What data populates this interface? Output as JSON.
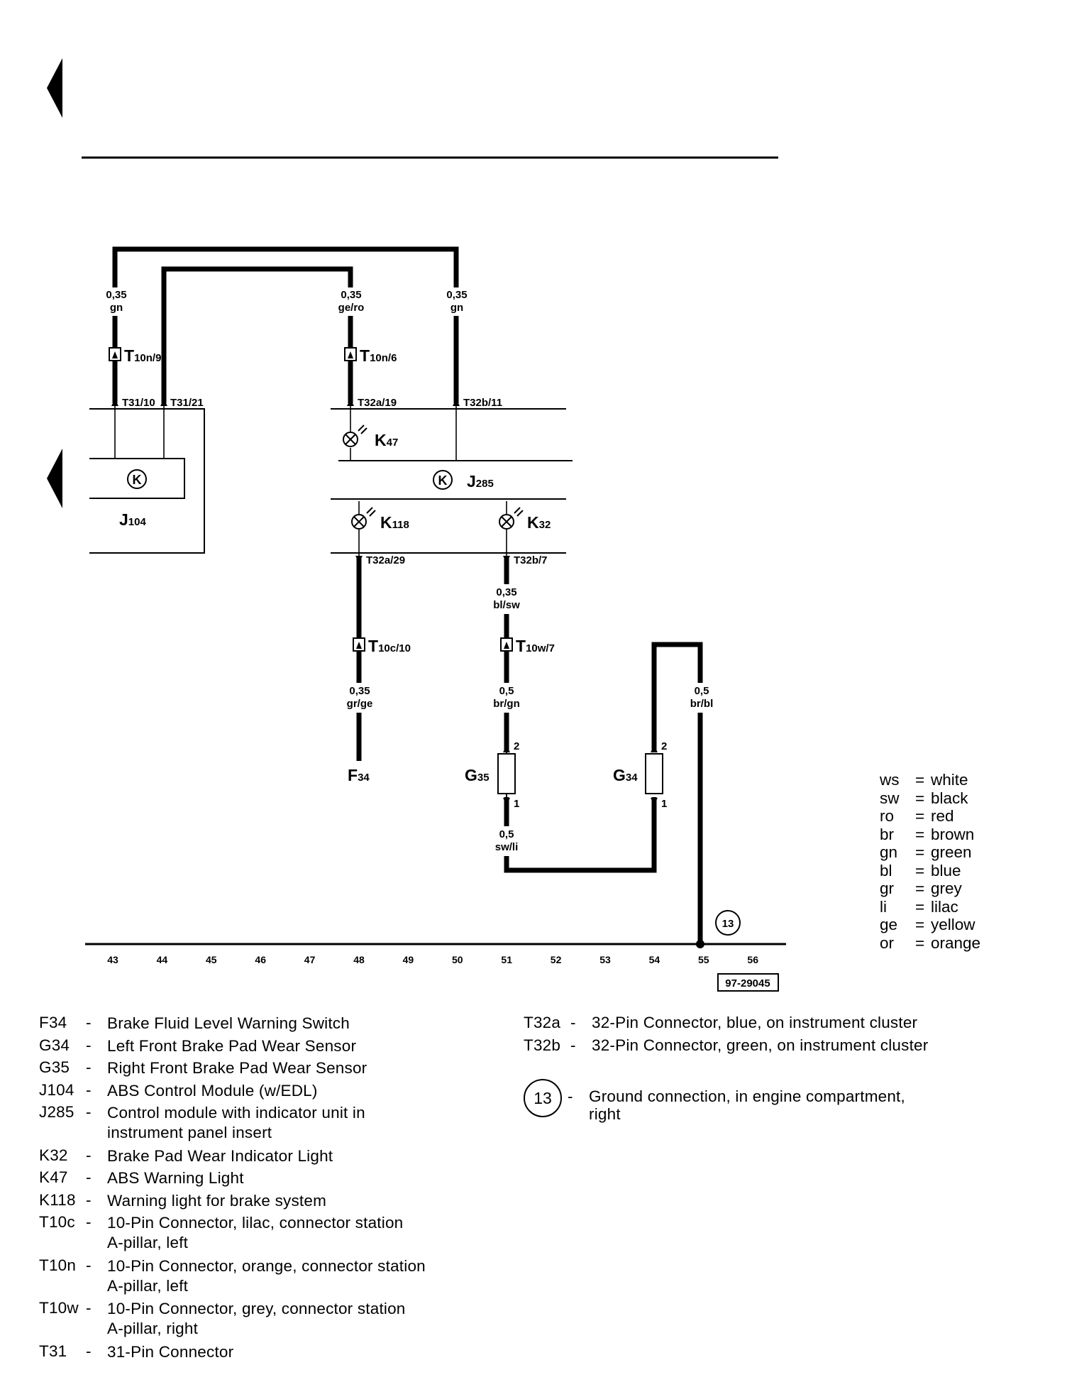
{
  "components": {
    "J104": {
      "id": "J",
      "sub": "104"
    },
    "J285": {
      "id": "J",
      "sub": "285"
    },
    "K47": {
      "id": "K",
      "sub": "47"
    },
    "K118": {
      "id": "K",
      "sub": "118"
    },
    "K32": {
      "id": "K",
      "sub": "32"
    },
    "F34": {
      "id": "F",
      "sub": "34"
    },
    "G35": {
      "id": "G",
      "sub": "35"
    },
    "G34": {
      "id": "G",
      "sub": "34"
    }
  },
  "connectors": {
    "t10n9": {
      "id": "T",
      "sub": "10n/9"
    },
    "t10n6": {
      "id": "T",
      "sub": "10n/6"
    },
    "t10c10": {
      "id": "T",
      "sub": "10c/10"
    },
    "t10w7": {
      "id": "T",
      "sub": "10w/7"
    }
  },
  "pins": {
    "t31_10": "T31/10",
    "t31_21": "T31/21",
    "t32a_19": "T32a/19",
    "t32b_11": "T32b/11",
    "t32a_29": "T32a/29",
    "t32b_7": "T32b/7",
    "g35_2": "2",
    "g35_1": "1",
    "g34_2": "2",
    "g34_1": "1"
  },
  "wires": {
    "w1": {
      "size": "0,35",
      "color": "gn"
    },
    "w2": {
      "size": "0,35",
      "color": "ge/ro"
    },
    "w3": {
      "size": "0,35",
      "color": "gn"
    },
    "w4": {
      "size": "0,35",
      "color": "bl/sw"
    },
    "w5": {
      "size": "0,35",
      "color": "gr/ge"
    },
    "w6": {
      "size": "0,5",
      "color": "br/gn"
    },
    "w7": {
      "size": "0,5",
      "color": "br/bl"
    },
    "w8": {
      "size": "0,5",
      "color": "sw/li"
    }
  },
  "ground_marker": "13",
  "track_numbers": [
    "43",
    "44",
    "45",
    "46",
    "47",
    "48",
    "49",
    "50",
    "51",
    "52",
    "53",
    "54",
    "55",
    "56"
  ],
  "figure_id": "97-29045",
  "color_key": [
    {
      "abbr": "ws",
      "color": "white"
    },
    {
      "abbr": "sw",
      "color": "black"
    },
    {
      "abbr": "ro",
      "color": "red"
    },
    {
      "abbr": "br",
      "color": "brown"
    },
    {
      "abbr": "gn",
      "color": "green"
    },
    {
      "abbr": "bl",
      "color": "blue"
    },
    {
      "abbr": "gr",
      "color": "grey"
    },
    {
      "abbr": "li",
      "color": "lilac"
    },
    {
      "abbr": "ge",
      "color": "yellow"
    },
    {
      "abbr": "or",
      "color": "orange"
    }
  ],
  "legend_left": [
    {
      "code": "F34",
      "desc": "Brake Fluid Level Warning Switch"
    },
    {
      "code": "G34",
      "desc": "Left Front Brake Pad Wear Sensor"
    },
    {
      "code": "G35",
      "desc": "Right Front Brake Pad Wear Sensor"
    },
    {
      "code": "J104",
      "desc": "ABS Control Module (w/EDL)"
    },
    {
      "code": "J285",
      "desc": "Control module with indicator unit in\ninstrument panel insert"
    },
    {
      "code": "K32",
      "desc": "Brake Pad Wear Indicator Light"
    },
    {
      "code": "K47",
      "desc": "ABS Warning Light"
    },
    {
      "code": "K118",
      "desc": "Warning light for brake system"
    },
    {
      "code": "T10c",
      "desc": "10-Pin Connector, lilac, connector station\nA-pillar, left"
    },
    {
      "code": "T10n",
      "desc": "10-Pin Connector, orange, connector station\nA-pillar, left"
    },
    {
      "code": "T10w",
      "desc": "10-Pin Connector, grey, connector station\nA-pillar, right"
    },
    {
      "code": "T31",
      "desc": "31-Pin Connector"
    }
  ],
  "legend_right": [
    {
      "code": "T32a",
      "desc": "32-Pin Connector, blue, on instrument cluster"
    },
    {
      "code": "T32b",
      "desc": "32-Pin Connector, green, on instrument cluster"
    }
  ],
  "ground_legend": {
    "num": "13",
    "desc": "Ground connection, in engine compartment,\nright"
  }
}
